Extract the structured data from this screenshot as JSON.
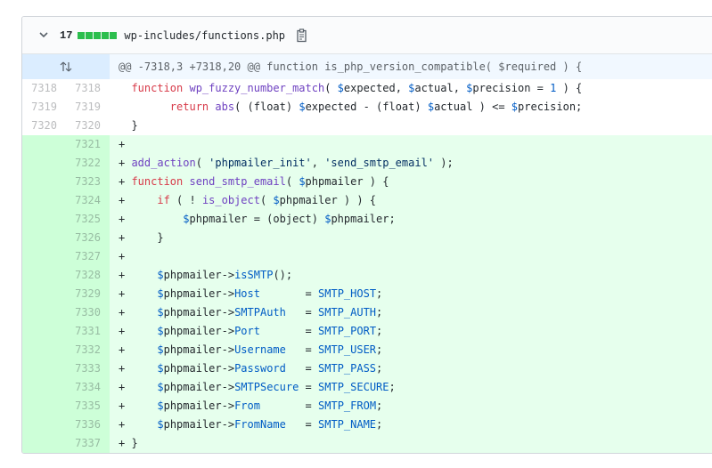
{
  "file": {
    "change_count": "17",
    "path": "wp-includes/functions.php",
    "diffstat_blocks": 5,
    "colors": {
      "diffstat": "#2cbe4e",
      "add_bg": "#e6ffed",
      "add_num_bg": "#cdffd8",
      "hunk_bg": "#f1f8ff"
    }
  },
  "hunk": {
    "header": "@@ -7318,3 +7318,20 @@ function is_php_version_compatible( $required ) {"
  },
  "lines": [
    {
      "type": "ctx",
      "old": "7318",
      "new": "7318",
      "tokens": [
        [
          "",
          "  "
        ],
        [
          "kw",
          "function"
        ],
        [
          "",
          " "
        ],
        [
          "fn",
          "wp_fuzzy_number_match"
        ],
        [
          "",
          "( "
        ],
        [
          "var",
          "$"
        ],
        [
          "",
          "expected, "
        ],
        [
          "var",
          "$"
        ],
        [
          "",
          "actual, "
        ],
        [
          "var",
          "$"
        ],
        [
          "",
          "precision = "
        ],
        [
          "const",
          "1"
        ],
        [
          "",
          " ) {"
        ]
      ]
    },
    {
      "type": "ctx",
      "old": "7319",
      "new": "7319",
      "tokens": [
        [
          "",
          "        "
        ],
        [
          "kw",
          "return"
        ],
        [
          "",
          " "
        ],
        [
          "fn",
          "abs"
        ],
        [
          "",
          "( (float) "
        ],
        [
          "var",
          "$"
        ],
        [
          "",
          "expected - (float) "
        ],
        [
          "var",
          "$"
        ],
        [
          "",
          "actual ) <= "
        ],
        [
          "var",
          "$"
        ],
        [
          "",
          "precision;"
        ]
      ]
    },
    {
      "type": "ctx",
      "old": "7320",
      "new": "7320",
      "tokens": [
        [
          "",
          "  }"
        ]
      ]
    },
    {
      "type": "add",
      "old": "",
      "new": "7321",
      "tokens": [
        [
          "",
          "+"
        ]
      ]
    },
    {
      "type": "add",
      "old": "",
      "new": "7322",
      "tokens": [
        [
          "",
          "+ "
        ],
        [
          "fn",
          "add_action"
        ],
        [
          "",
          "( "
        ],
        [
          "str",
          "'phpmailer_init'"
        ],
        [
          "",
          ", "
        ],
        [
          "str",
          "'send_smtp_email'"
        ],
        [
          "",
          " );"
        ]
      ]
    },
    {
      "type": "add",
      "old": "",
      "new": "7323",
      "tokens": [
        [
          "",
          "+ "
        ],
        [
          "kw",
          "function"
        ],
        [
          "",
          " "
        ],
        [
          "fn",
          "send_smtp_email"
        ],
        [
          "",
          "( "
        ],
        [
          "var",
          "$"
        ],
        [
          "",
          "phpmailer ) {"
        ]
      ]
    },
    {
      "type": "add",
      "old": "",
      "new": "7324",
      "tokens": [
        [
          "",
          "+     "
        ],
        [
          "kw",
          "if"
        ],
        [
          "",
          " ( ! "
        ],
        [
          "fn",
          "is_object"
        ],
        [
          "",
          "( "
        ],
        [
          "var",
          "$"
        ],
        [
          "",
          "phpmailer ) ) {"
        ]
      ]
    },
    {
      "type": "add",
      "old": "",
      "new": "7325",
      "tokens": [
        [
          "",
          "+         "
        ],
        [
          "var",
          "$"
        ],
        [
          "",
          "phpmailer = (object) "
        ],
        [
          "var",
          "$"
        ],
        [
          "",
          "phpmailer;"
        ]
      ]
    },
    {
      "type": "add",
      "old": "",
      "new": "7326",
      "tokens": [
        [
          "",
          "+     }"
        ]
      ]
    },
    {
      "type": "add",
      "old": "",
      "new": "7327",
      "tokens": [
        [
          "",
          "+"
        ]
      ]
    },
    {
      "type": "add",
      "old": "",
      "new": "7328",
      "tokens": [
        [
          "",
          "+     "
        ],
        [
          "var",
          "$"
        ],
        [
          "",
          "phpmailer->"
        ],
        [
          "const",
          "isSMTP"
        ],
        [
          "",
          "();"
        ]
      ]
    },
    {
      "type": "add",
      "old": "",
      "new": "7329",
      "tokens": [
        [
          "",
          "+     "
        ],
        [
          "var",
          "$"
        ],
        [
          "",
          "phpmailer->"
        ],
        [
          "const",
          "Host"
        ],
        [
          "",
          "       = "
        ],
        [
          "const",
          "SMTP_HOST"
        ],
        [
          "",
          ";"
        ]
      ]
    },
    {
      "type": "add",
      "old": "",
      "new": "7330",
      "tokens": [
        [
          "",
          "+     "
        ],
        [
          "var",
          "$"
        ],
        [
          "",
          "phpmailer->"
        ],
        [
          "const",
          "SMTPAuth"
        ],
        [
          "",
          "   = "
        ],
        [
          "const",
          "SMTP_AUTH"
        ],
        [
          "",
          ";"
        ]
      ]
    },
    {
      "type": "add",
      "old": "",
      "new": "7331",
      "tokens": [
        [
          "",
          "+     "
        ],
        [
          "var",
          "$"
        ],
        [
          "",
          "phpmailer->"
        ],
        [
          "const",
          "Port"
        ],
        [
          "",
          "       = "
        ],
        [
          "const",
          "SMTP_PORT"
        ],
        [
          "",
          ";"
        ]
      ]
    },
    {
      "type": "add",
      "old": "",
      "new": "7332",
      "tokens": [
        [
          "",
          "+     "
        ],
        [
          "var",
          "$"
        ],
        [
          "",
          "phpmailer->"
        ],
        [
          "const",
          "Username"
        ],
        [
          "",
          "   = "
        ],
        [
          "const",
          "SMTP_USER"
        ],
        [
          "",
          ";"
        ]
      ]
    },
    {
      "type": "add",
      "old": "",
      "new": "7333",
      "tokens": [
        [
          "",
          "+     "
        ],
        [
          "var",
          "$"
        ],
        [
          "",
          "phpmailer->"
        ],
        [
          "const",
          "Password"
        ],
        [
          "",
          "   = "
        ],
        [
          "const",
          "SMTP_PASS"
        ],
        [
          "",
          ";"
        ]
      ]
    },
    {
      "type": "add",
      "old": "",
      "new": "7334",
      "tokens": [
        [
          "",
          "+     "
        ],
        [
          "var",
          "$"
        ],
        [
          "",
          "phpmailer->"
        ],
        [
          "const",
          "SMTPSecure"
        ],
        [
          "",
          " = "
        ],
        [
          "const",
          "SMTP_SECURE"
        ],
        [
          "",
          ";"
        ]
      ]
    },
    {
      "type": "add",
      "old": "",
      "new": "7335",
      "tokens": [
        [
          "",
          "+     "
        ],
        [
          "var",
          "$"
        ],
        [
          "",
          "phpmailer->"
        ],
        [
          "const",
          "From"
        ],
        [
          "",
          "       = "
        ],
        [
          "const",
          "SMTP_FROM"
        ],
        [
          "",
          ";"
        ]
      ]
    },
    {
      "type": "add",
      "old": "",
      "new": "7336",
      "tokens": [
        [
          "",
          "+     "
        ],
        [
          "var",
          "$"
        ],
        [
          "",
          "phpmailer->"
        ],
        [
          "const",
          "FromName"
        ],
        [
          "",
          "   = "
        ],
        [
          "const",
          "SMTP_NAME"
        ],
        [
          "",
          ";"
        ]
      ]
    },
    {
      "type": "add",
      "old": "",
      "new": "7337",
      "tokens": [
        [
          "",
          "+ }"
        ]
      ]
    }
  ]
}
